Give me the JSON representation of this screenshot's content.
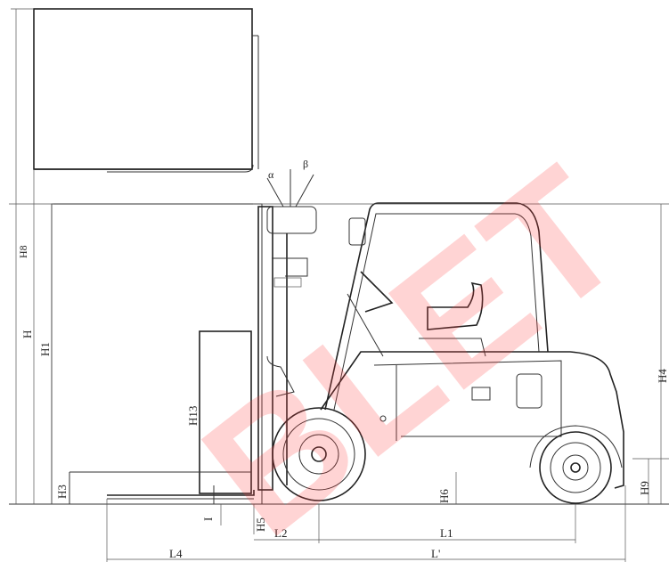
{
  "dimension_labels": {
    "h": "H",
    "h1": "H1",
    "h13": "H13",
    "h3": "H3",
    "h5": "H5",
    "h6": "H6",
    "h9": "H9",
    "h4": "H4",
    "l1": "L1",
    "l2": "L2",
    "l4": "L4",
    "l_prime": "L'",
    "i": "I",
    "alpha": "α",
    "beta": "β",
    "tiny_mark": "H8"
  },
  "watermark": {
    "text": "BLET",
    "color": "#ff3c3c"
  }
}
